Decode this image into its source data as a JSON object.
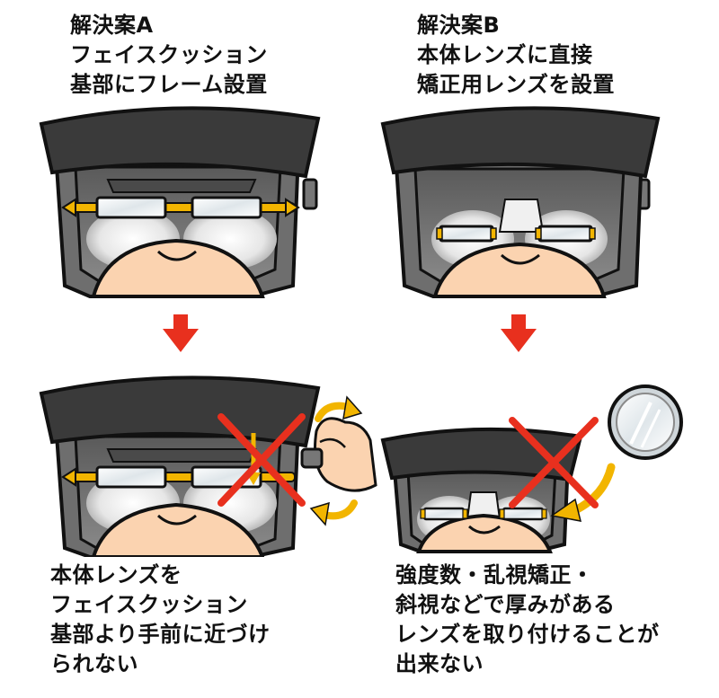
{
  "panel_a": {
    "title_lines": [
      "解決案A",
      "フェイスクッション",
      "基部にフレーム設置"
    ],
    "caption_lines": [
      "本体レンズを",
      "フェイスクッション",
      "基部より手前に近づけ",
      "られない"
    ]
  },
  "panel_b": {
    "title_lines": [
      "解決案B",
      "本体レンズに直接",
      "矯正用レンズを設置"
    ],
    "caption_lines": [
      "強度数・乱視矯正・",
      "斜視などで厚みがある",
      "レンズを取り付けることが",
      "出来ない"
    ]
  },
  "colors": {
    "arrow_red": "#e8301e",
    "cross_red": "#e8301e",
    "frame_yellow": "#f2b500",
    "headset_dark": "#3a3a3a",
    "skin": "#fbd3b0"
  },
  "icons": {
    "down_arrow": "down-arrow-icon",
    "cross": "cross-mark-icon",
    "rotate": "rotate-arrow-icon",
    "lens": "lens-icon",
    "insert_arrow": "insert-arrow-icon"
  }
}
